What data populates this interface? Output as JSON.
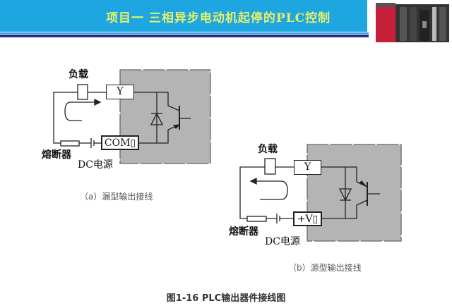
{
  "header": {
    "title": "项目一  三相异步电动机起停的PLC控制"
  },
  "diagram_a": {
    "load": "负载",
    "terminal_out": "Y",
    "terminal_common": "COM▯",
    "fuse": "熔断器",
    "power": "DC电源",
    "caption": "（a）漏型输出接线"
  },
  "diagram_b": {
    "load": "负载",
    "terminal_out": "Y",
    "terminal_common": "+V▯",
    "fuse": "熔断器",
    "power": "DC电源",
    "caption": "（b）源型输出接线"
  },
  "figure_title": "图1-16   PLC输出器件接线图",
  "colors": {
    "header_bg": "#1ea6e0",
    "header_text": "#e8f06a",
    "module_gray": "#b4b4b4"
  }
}
